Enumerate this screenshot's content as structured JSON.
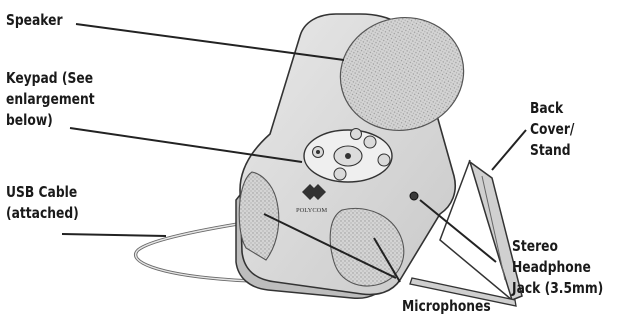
{
  "diagram": {
    "labels": {
      "speaker": "Speaker",
      "keypad": "Keypad (See\nenlargement\nbelow)",
      "usb_cable": "USB Cable\n(attached)",
      "back_cover": "Back Cover/\nStand",
      "stereo_jack": "Stereo\nHeadphone\nJack (3.5mm)",
      "microphones": "Microphones"
    },
    "brand_text": "POLYCOM"
  }
}
